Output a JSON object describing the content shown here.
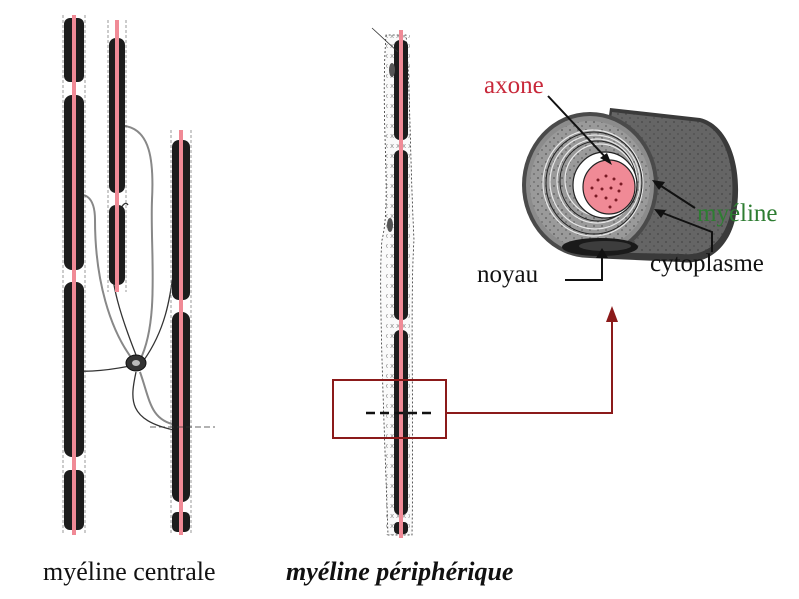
{
  "colors": {
    "axon": "#f08a96",
    "myelin": "#1a1a1a",
    "label_axone": "#c8283a",
    "label_myeline": "#2e7d32",
    "arrow_red": "#8b1a1a"
  },
  "labels": {
    "axone": "axone",
    "myeline": "myéline",
    "cytoplasme": "cytoplasme",
    "noyau": "noyau",
    "caption_central": "myéline centrale",
    "caption_peripheral": "myéline périphérique"
  }
}
